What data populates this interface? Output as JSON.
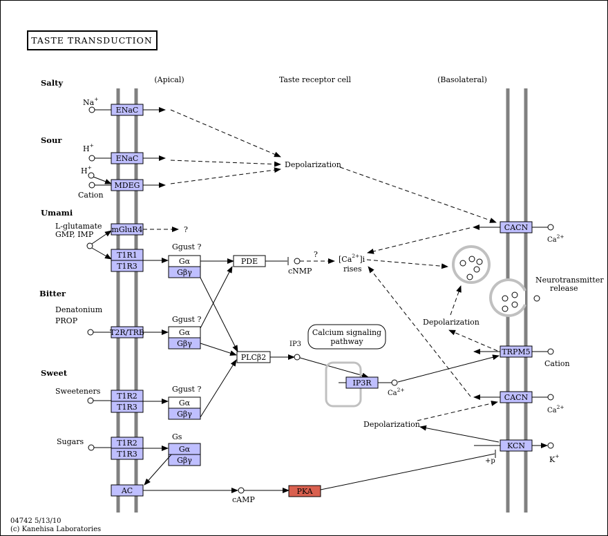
{
  "title": "TASTE TRANSDUCTION",
  "header_labels": {
    "apical": "(Apical)",
    "cell": "Taste receptor cell",
    "basolateral": "(Basolateral)"
  },
  "taste_labels": {
    "salty": "Salty",
    "sour": "Sour",
    "umami": "Umami",
    "bitter": "Bitter",
    "sweet": "Sweet"
  },
  "genes": {
    "enac1": "ENaC",
    "enac2": "ENaC",
    "mdeg": "MDEG",
    "mglur4": "mGluR4",
    "t1r1": "T1R1",
    "t1r3a": "T1R3",
    "t2rtrb": "T2R/TRB",
    "t1r2a": "T1R2",
    "t1r3b": "T1R3",
    "t1r2b": "T1R2",
    "t1r3c": "T1R3",
    "ac": "AC",
    "pde": "PDE",
    "plcb2": "PLCβ2",
    "ip3r": "IP3R",
    "pka": "PKA",
    "cacn1": "CACN",
    "trpm5": "TRPM5",
    "cacn2": "CACN",
    "kcn": "KCN",
    "ga1": "Gα",
    "gby1": "Gβγ",
    "ga2": "Gα",
    "gby2": "Gβγ",
    "ga3": "Gα",
    "gby3": "Gβγ",
    "ga4": "Gα",
    "gby4": "Gβγ"
  },
  "gprotein_labels": {
    "gg1": "Ggust ?",
    "gg2": "Ggust ?",
    "gg3": "Ggust ?",
    "gs": "Gs"
  },
  "compounds": {
    "na": "Na",
    "na_sup": "+",
    "h1": "H",
    "h1_sup": "+",
    "h2": "H",
    "h2_sup": "+",
    "cation1": "Cation",
    "lglutamate": "L-glutamate",
    "gmp_imp": "GMP, IMP",
    "denatonium": "Denatonium",
    "prop": "PROP",
    "sweeteners": "Sweeteners",
    "sugars": "Sugars",
    "cnmp": "cNMP",
    "ip3": "IP3",
    "camp": "cAMP",
    "ca_i": "[Ca",
    "ca_i_sup": "2+",
    "ca_i_end": "]i",
    "rises": "rises",
    "ca1": "Ca",
    "ca1_sup": "2+",
    "ca2": "Ca",
    "ca2_sup": "2+",
    "ca3": "Ca",
    "ca3_sup": "2+",
    "cation2": "Cation",
    "k": "K",
    "k_sup": "+"
  },
  "misc": {
    "depol1": "Depolarization",
    "depol2": "Depolarization",
    "depol3": "Depolarization",
    "q_mglur": "?",
    "q_pde": "?",
    "calcium_pathway_1": "Calcium signaling",
    "calcium_pathway_2": "pathway",
    "neuro_1": "Neurotransmitter",
    "neuro_2": "release",
    "plus_p": "+p"
  },
  "footer": {
    "line1": "04742 5/13/10",
    "line2": "(c) Kanehisa Laboratories"
  },
  "colors": {
    "gene": "#bfbfff",
    "pka": "#d9604f",
    "membrane": "#808080"
  }
}
